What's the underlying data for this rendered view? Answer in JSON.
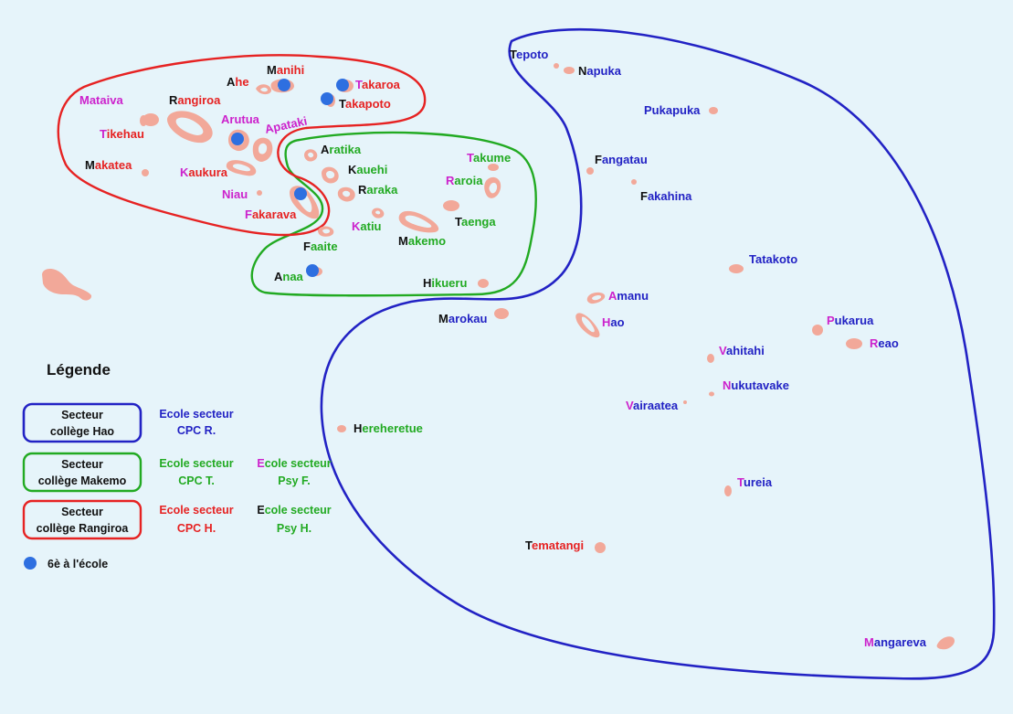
{
  "colors": {
    "sea": "#e6f4fa",
    "island": "#f2a899",
    "hao": "#2222c4",
    "makemo": "#22aa22",
    "rangiroa": "#e62222",
    "psy": "#cc22cc",
    "black": "#111111",
    "dot": "#2e6fe0"
  },
  "legend": {
    "title": "Légende",
    "hao_box": [
      "Secteur",
      "collège Hao"
    ],
    "makemo_box": [
      "Secteur",
      "collège Makemo"
    ],
    "rangiroa_box": [
      "Secteur",
      "collège Rangiroa"
    ],
    "cpc_r": [
      "Ecole secteur",
      "CPC R."
    ],
    "cpc_t": [
      "Ecole secteur",
      "CPC T."
    ],
    "psy_f": [
      "cole secteur",
      "Psy F."
    ],
    "cpc_h": [
      "Ecole secteur",
      "CPC H."
    ],
    "psy_h": [
      "cole secteur",
      "Psy H."
    ],
    "psy_f_initial": "E",
    "psy_h_initial": "E",
    "dot_label": "6è à l'école"
  },
  "islands": [
    {
      "id": "tepoto",
      "initial": "T",
      "rest": "epoto",
      "ic": "black",
      "rc": "hao"
    },
    {
      "id": "napuka",
      "initial": "N",
      "rest": "apuka",
      "ic": "black",
      "rc": "hao"
    },
    {
      "id": "pukapuka",
      "initial": "",
      "rest": "Pukapuka",
      "ic": "hao",
      "rc": "hao"
    },
    {
      "id": "fangatau",
      "initial": "F",
      "rest": "angatau",
      "ic": "black",
      "rc": "hao"
    },
    {
      "id": "fakahina",
      "initial": "F",
      "rest": "akahina",
      "ic": "black",
      "rc": "hao"
    },
    {
      "id": "tatakoto",
      "initial": "",
      "rest": "Tatakoto",
      "ic": "hao",
      "rc": "hao"
    },
    {
      "id": "amanu",
      "initial": "A",
      "rest": "manu",
      "ic": "psy",
      "rc": "hao"
    },
    {
      "id": "hao",
      "initial": "H",
      "rest": "ao",
      "ic": "psy",
      "rc": "hao"
    },
    {
      "id": "marokau",
      "initial": "M",
      "rest": "arokau",
      "ic": "black",
      "rc": "hao"
    },
    {
      "id": "pukarua",
      "initial": "P",
      "rest": "ukarua",
      "ic": "psy",
      "rc": "hao"
    },
    {
      "id": "reao",
      "initial": "R",
      "rest": "eao",
      "ic": "psy",
      "rc": "hao"
    },
    {
      "id": "vahitahi",
      "initial": "V",
      "rest": "ahitahi",
      "ic": "psy",
      "rc": "hao"
    },
    {
      "id": "nukutavake",
      "initial": "N",
      "rest": "ukutavake",
      "ic": "psy",
      "rc": "hao"
    },
    {
      "id": "vairaatea",
      "initial": "V",
      "rest": "airaatea",
      "ic": "psy",
      "rc": "hao"
    },
    {
      "id": "hereheretue",
      "initial": "H",
      "rest": "ereheretue",
      "ic": "black",
      "rc": "makemo"
    },
    {
      "id": "tureia",
      "initial": "T",
      "rest": "ureia",
      "ic": "psy",
      "rc": "hao"
    },
    {
      "id": "tematangi",
      "initial": "T",
      "rest": "ematangi",
      "ic": "black",
      "rc": "rangiroa"
    },
    {
      "id": "mangareva",
      "initial": "M",
      "rest": "angareva",
      "ic": "psy",
      "rc": "hao"
    },
    {
      "id": "mataiva",
      "initial": "",
      "rest": "Mataiva",
      "ic": "psy",
      "rc": "psy"
    },
    {
      "id": "rangiroa",
      "initial": "R",
      "rest": "angiroa",
      "ic": "black",
      "rc": "rangiroa"
    },
    {
      "id": "tikehau",
      "initial": "T",
      "rest": "ikehau",
      "ic": "psy",
      "rc": "rangiroa"
    },
    {
      "id": "makatea",
      "initial": "M",
      "rest": "akatea",
      "ic": "black",
      "rc": "rangiroa"
    },
    {
      "id": "ahe",
      "initial": "A",
      "rest": "he",
      "ic": "black",
      "rc": "rangiroa"
    },
    {
      "id": "manihi",
      "initial": "M",
      "rest": "anihi",
      "ic": "black",
      "rc": "rangiroa"
    },
    {
      "id": "takaroa",
      "initial": "T",
      "rest": "akaroa",
      "ic": "psy",
      "rc": "rangiroa"
    },
    {
      "id": "takapoto",
      "initial": "T",
      "rest": "akapoto",
      "ic": "black",
      "rc": "rangiroa"
    },
    {
      "id": "arutua",
      "initial": "",
      "rest": "Arutua",
      "ic": "psy",
      "rc": "psy"
    },
    {
      "id": "apataki",
      "initial": "",
      "rest": "Apataki",
      "ic": "psy",
      "rc": "psy"
    },
    {
      "id": "kaukura",
      "initial": "K",
      "rest": "aukura",
      "ic": "psy",
      "rc": "rangiroa"
    },
    {
      "id": "niau",
      "initial": "",
      "rest": "Niau",
      "ic": "psy",
      "rc": "psy"
    },
    {
      "id": "fakarava",
      "initial": "F",
      "rest": "akarava",
      "ic": "psy",
      "rc": "rangiroa"
    },
    {
      "id": "aratika",
      "initial": "A",
      "rest": "ratika",
      "ic": "black",
      "rc": "makemo"
    },
    {
      "id": "kauehi",
      "initial": "K",
      "rest": "auehi",
      "ic": "black",
      "rc": "makemo"
    },
    {
      "id": "raraka",
      "initial": "R",
      "rest": "araka",
      "ic": "black",
      "rc": "makemo"
    },
    {
      "id": "takume",
      "initial": "T",
      "rest": "akume",
      "ic": "psy",
      "rc": "makemo"
    },
    {
      "id": "raroia",
      "initial": "R",
      "rest": "aroia",
      "ic": "psy",
      "rc": "makemo"
    },
    {
      "id": "taenga",
      "initial": "T",
      "rest": "aenga",
      "ic": "black",
      "rc": "makemo"
    },
    {
      "id": "katiu",
      "initial": "K",
      "rest": "atiu",
      "ic": "psy",
      "rc": "makemo"
    },
    {
      "id": "makemo",
      "initial": "M",
      "rest": "akemo",
      "ic": "black",
      "rc": "makemo"
    },
    {
      "id": "faaite",
      "initial": "F",
      "rest": "aaite",
      "ic": "black",
      "rc": "makemo"
    },
    {
      "id": "anaa",
      "initial": "A",
      "rest": "naa",
      "ic": "black",
      "rc": "makemo"
    },
    {
      "id": "hikueru",
      "initial": "H",
      "rest": "ikueru",
      "ic": "black",
      "rc": "makemo"
    }
  ]
}
